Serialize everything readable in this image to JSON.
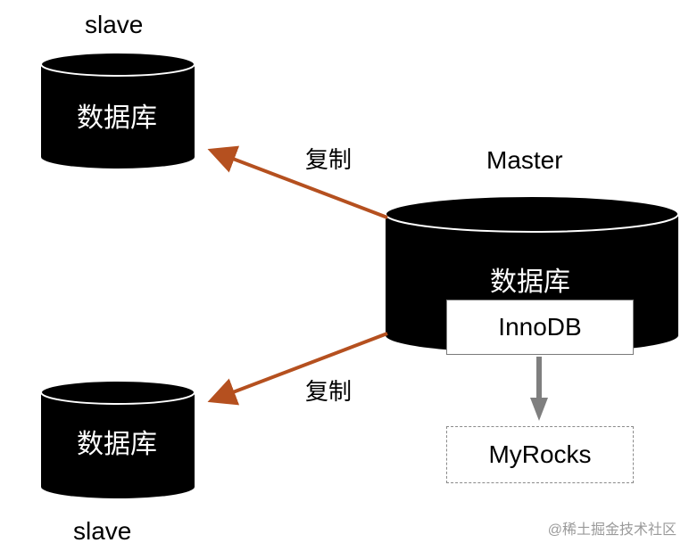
{
  "diagram": {
    "master": {
      "title": "Master",
      "db_label": "数据库",
      "engine": "InnoDB",
      "target_engine": "MyRocks"
    },
    "slave_top": {
      "title": "slave",
      "db_label": "数据库"
    },
    "slave_bottom": {
      "title": "slave",
      "db_label": "数据库"
    },
    "replication_label_top": "复制",
    "replication_label_bottom": "复制",
    "colors": {
      "cylinder": "#000000",
      "replication_arrow": "#b5501f",
      "migration_arrow": "#7f7f7f"
    }
  },
  "watermark": "@稀土掘金技术社区"
}
